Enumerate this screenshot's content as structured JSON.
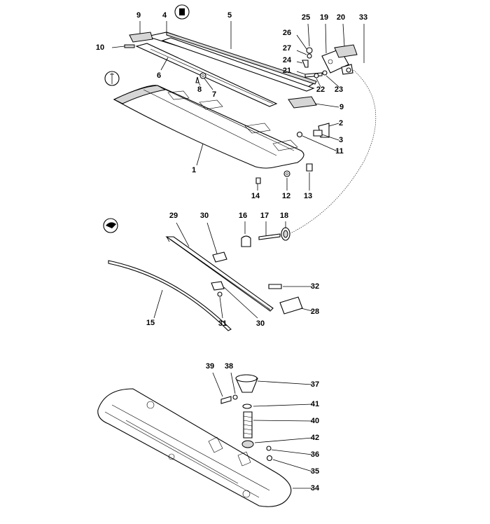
{
  "diagram": {
    "callouts": [
      {
        "id": "c1",
        "text": "1"
      },
      {
        "id": "c2",
        "text": "2"
      },
      {
        "id": "c3",
        "text": "3"
      },
      {
        "id": "c4",
        "text": "4"
      },
      {
        "id": "c5",
        "text": "5"
      },
      {
        "id": "c6",
        "text": "6"
      },
      {
        "id": "c7",
        "text": "7"
      },
      {
        "id": "c8",
        "text": "8"
      },
      {
        "id": "c9a",
        "text": "9"
      },
      {
        "id": "c9b",
        "text": "9"
      },
      {
        "id": "c10",
        "text": "10"
      },
      {
        "id": "c11",
        "text": "11"
      },
      {
        "id": "c12",
        "text": "12"
      },
      {
        "id": "c13",
        "text": "13"
      },
      {
        "id": "c14",
        "text": "14"
      },
      {
        "id": "c15",
        "text": "15"
      },
      {
        "id": "c16",
        "text": "16"
      },
      {
        "id": "c17",
        "text": "17"
      },
      {
        "id": "c18",
        "text": "18"
      },
      {
        "id": "c19",
        "text": "19"
      },
      {
        "id": "c20",
        "text": "20"
      },
      {
        "id": "c21",
        "text": "21"
      },
      {
        "id": "c22",
        "text": "22"
      },
      {
        "id": "c23",
        "text": "23"
      },
      {
        "id": "c24",
        "text": "24"
      },
      {
        "id": "c25",
        "text": "25"
      },
      {
        "id": "c26",
        "text": "26"
      },
      {
        "id": "c27",
        "text": "27"
      },
      {
        "id": "c28",
        "text": "28"
      },
      {
        "id": "c29",
        "text": "29"
      },
      {
        "id": "c30a",
        "text": "30"
      },
      {
        "id": "c30b",
        "text": "30"
      },
      {
        "id": "c31",
        "text": "31"
      },
      {
        "id": "c32",
        "text": "32"
      },
      {
        "id": "c33",
        "text": "33"
      },
      {
        "id": "c34",
        "text": "34"
      },
      {
        "id": "c35",
        "text": "35"
      },
      {
        "id": "c36",
        "text": "36"
      },
      {
        "id": "c37",
        "text": "37"
      },
      {
        "id": "c38",
        "text": "38"
      },
      {
        "id": "c39",
        "text": "39"
      },
      {
        "id": "c40",
        "text": "40"
      },
      {
        "id": "c41",
        "text": "41"
      },
      {
        "id": "c42",
        "text": "42"
      }
    ],
    "symbols": [
      {
        "id": "sym-top",
        "icon": "sealant-tube-icon"
      },
      {
        "id": "sym-left",
        "icon": "key-tool-icon"
      },
      {
        "id": "sym-mid",
        "icon": "adhesive-drop-icon"
      }
    ]
  }
}
